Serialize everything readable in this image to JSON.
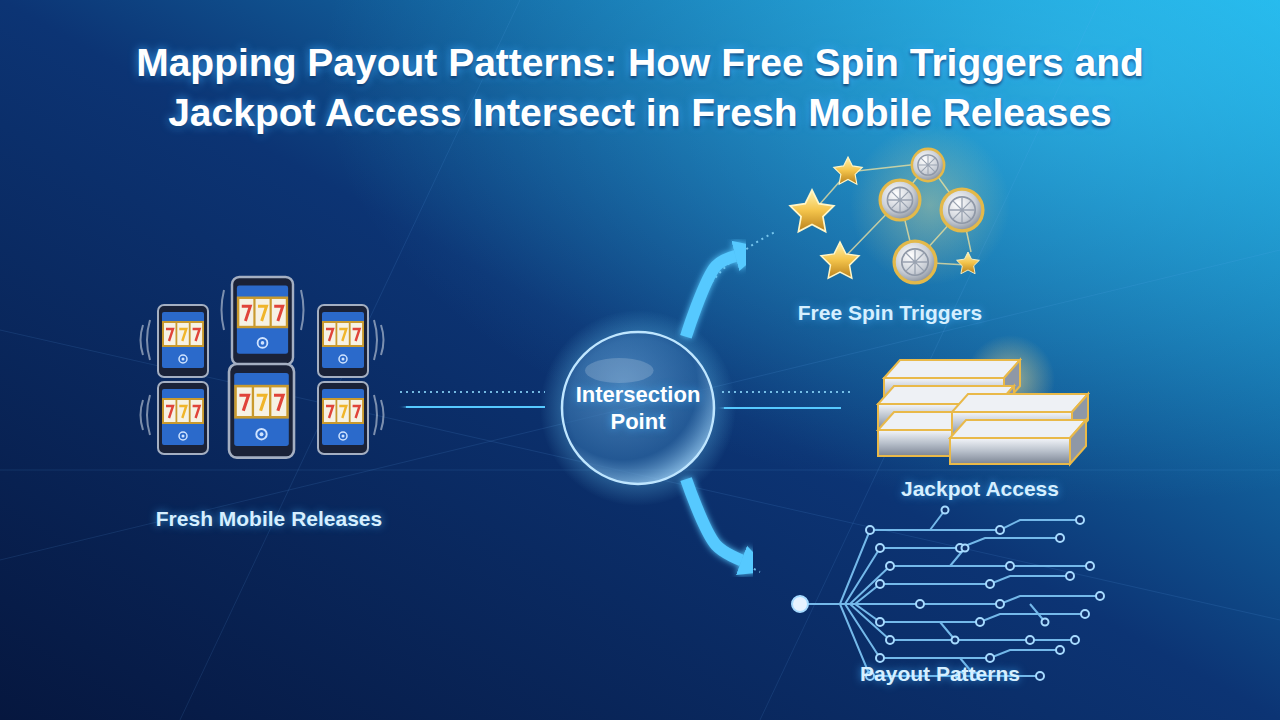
{
  "diagram": {
    "title": "Mapping Payout Patterns: How Free Spin Triggers and Jackpot Access Intersect in Fresh Mobile Releases",
    "nodes": [
      {
        "text": [
          "Fresh Mobile Releases"
        ]
      },
      {
        "text": [
          "Intersection Point"
        ]
      },
      {
        "text": [
          "Free Spin Triggers"
        ]
      },
      {
        "text": [
          "Jackpot Access"
        ]
      },
      {
        "text": [
          "Payout Patterns"
        ]
      }
    ],
    "edges": [
      {
        "from": 0,
        "to": 1,
        "arrow": "to"
      },
      {
        "from": 1,
        "to": 2,
        "arrow": "to"
      },
      {
        "from": 1,
        "to": 3,
        "arrow": "to"
      },
      {
        "from": 1,
        "to": 4,
        "arrow": "to"
      }
    ]
  }
}
